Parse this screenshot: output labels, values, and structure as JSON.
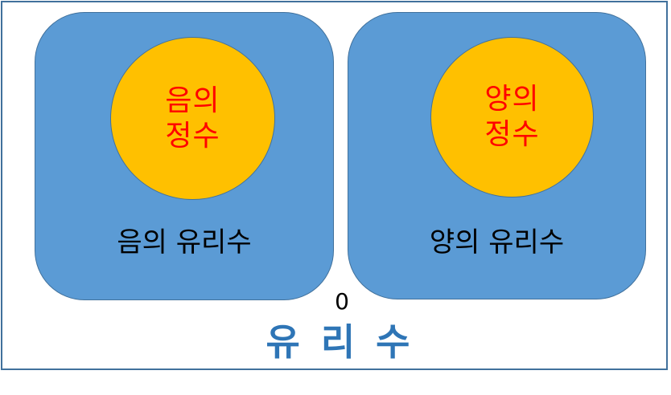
{
  "title": "유 리 수",
  "zero_label": "0",
  "negative_set": {
    "circle_line1": "음의",
    "circle_line2": "정수",
    "label": "음의 유리수"
  },
  "positive_set": {
    "circle_line1": "양의",
    "circle_line2": "정수",
    "label": "양의 유리수"
  },
  "colors": {
    "set_fill": "#5b9bd5",
    "set_border": "#41719c",
    "circle_fill": "#ffc000",
    "circle_text": "#ff0000",
    "title_text": "#2e75b6"
  }
}
